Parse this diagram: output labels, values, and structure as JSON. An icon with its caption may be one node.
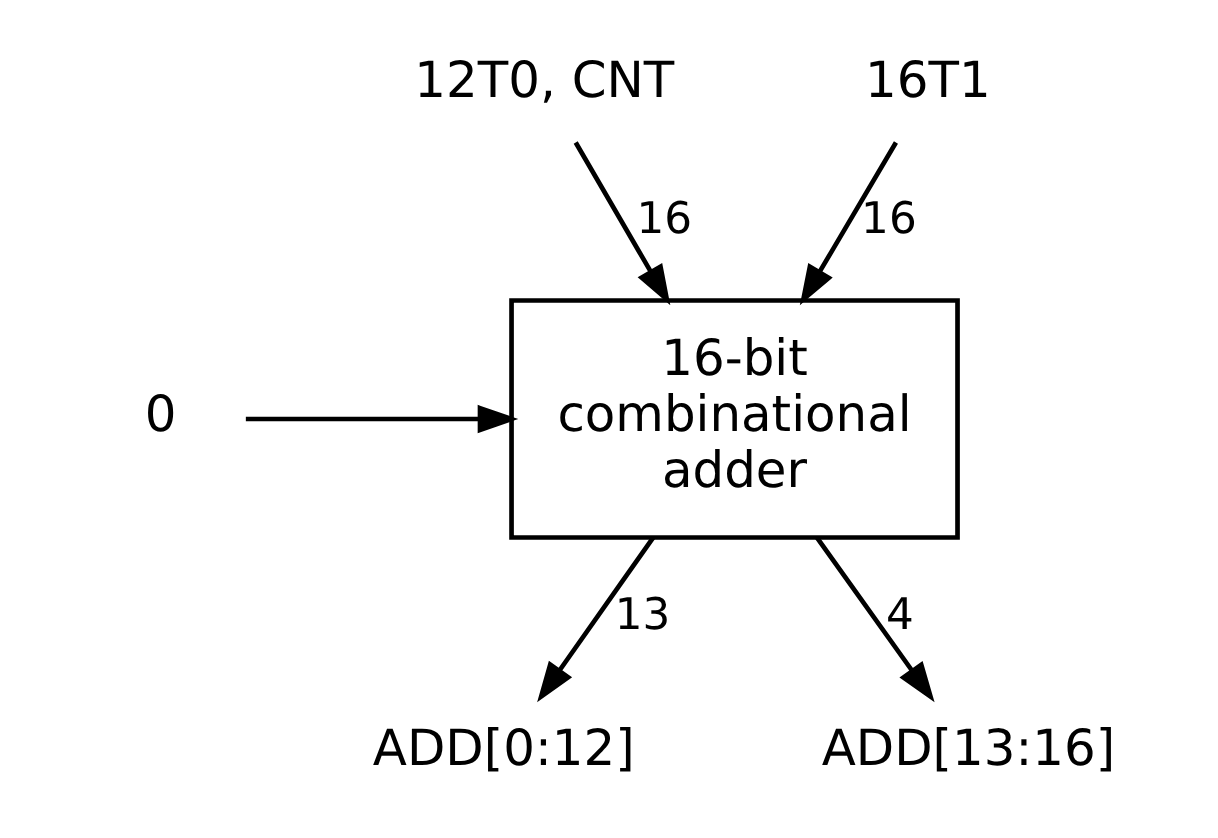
{
  "diagram": {
    "nodes": [
      {
        "text": [
          "12T0, CNT"
        ]
      },
      {
        "text": [
          "16T1"
        ]
      },
      {
        "text": [
          "16-bit combinational adder"
        ]
      },
      {
        "text": [
          "0"
        ]
      },
      {
        "text": [
          "ADD[0:12]"
        ]
      },
      {
        "text": [
          "ADD[13:16]"
        ]
      }
    ],
    "edges": [
      {
        "from": 0,
        "to": 2,
        "arrow": "to",
        "label": "16"
      },
      {
        "from": 1,
        "to": 2,
        "arrow": "to",
        "label": "16"
      },
      {
        "from": 3,
        "to": 2,
        "arrow": "to"
      },
      {
        "from": 2,
        "to": 4,
        "arrow": "to",
        "label": "13"
      },
      {
        "from": 2,
        "to": 5,
        "arrow": "to",
        "label": "4"
      }
    ]
  }
}
